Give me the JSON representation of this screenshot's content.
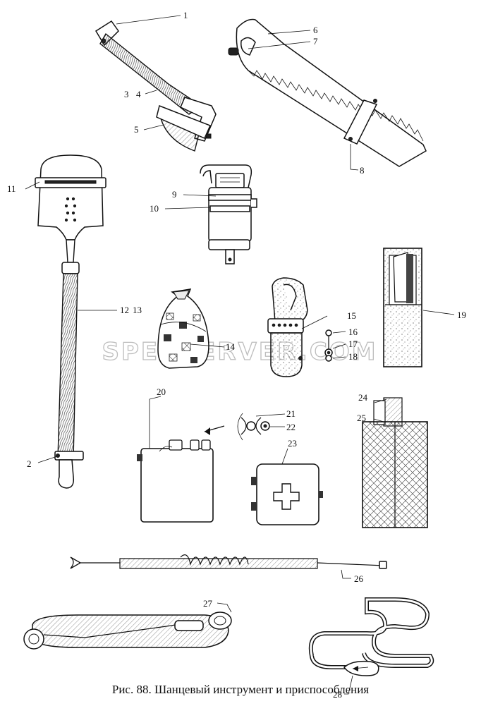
{
  "caption": "Рис. 88. Шанцевый инструмент и приспособления",
  "watermark": "SPECSERVER.COM",
  "callouts": [
    "1",
    "3",
    "4",
    "5",
    "6",
    "7",
    "8",
    "11",
    "9",
    "10",
    "12",
    "13",
    "2",
    "14",
    "15",
    "16",
    "17",
    "18",
    "19",
    "20",
    "21",
    "22",
    "23",
    "24",
    "25",
    "26",
    "27",
    "28"
  ]
}
